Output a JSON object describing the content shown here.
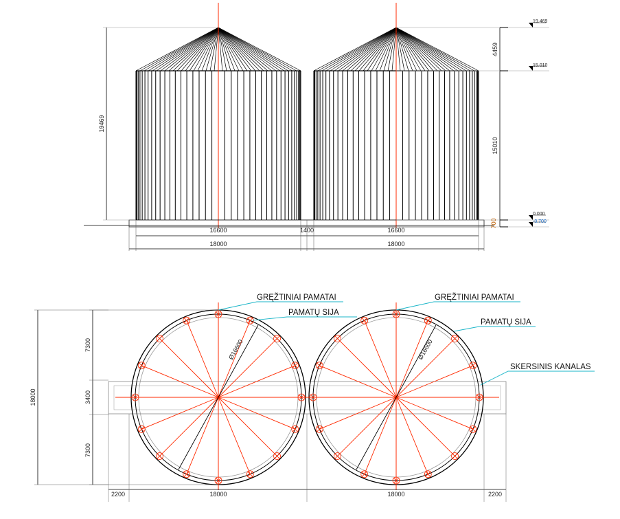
{
  "elevation": {
    "levels": [
      "19.469",
      "15.010",
      "0.000",
      "-0.700"
    ],
    "dims": {
      "total_height": "19469",
      "roof_height": "4459",
      "wall_height": "15010",
      "foundation": "700",
      "silo_diameter": "16600",
      "gap": "1400",
      "foundation_width": "18000"
    }
  },
  "plan": {
    "labels": {
      "piles": "GRĘŽTINIAI PAMATAI",
      "beam": "PAMATŲ SIJA",
      "channel": "SKERSINIS KANALAS",
      "diameter": "Ø16600"
    },
    "dims": {
      "total": "18000",
      "side": "7300",
      "channel": "3400",
      "overhang": "2200",
      "width": "18000"
    }
  },
  "colors": {
    "axis": "#ff2a00",
    "leader": "#19b5c8",
    "line": "#000000"
  }
}
